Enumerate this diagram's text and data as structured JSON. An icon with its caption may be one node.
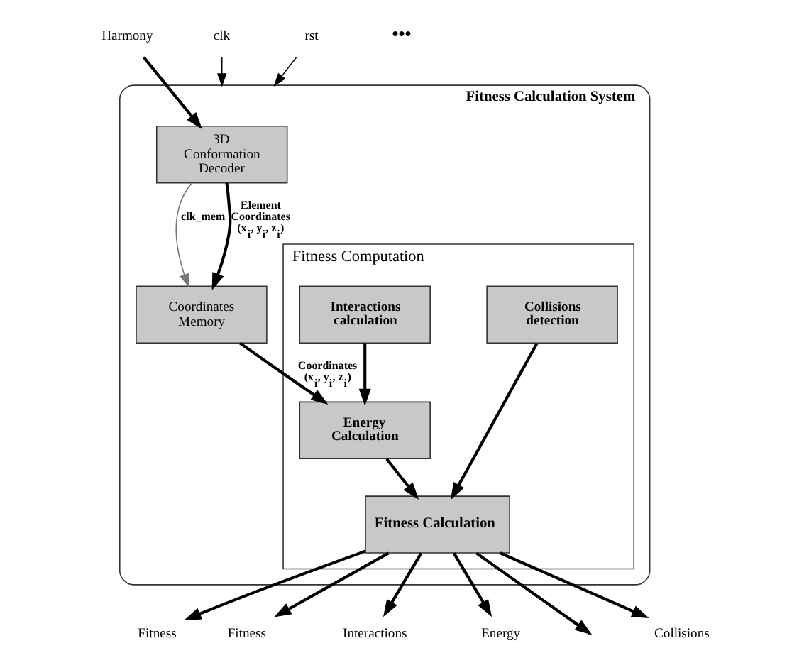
{
  "diagram": {
    "nodes": [
      {
        "text": [
          "Fitness Calculation System"
        ]
      },
      {
        "text": [
          "3D Conformation Decoder"
        ],
        "in": 0
      },
      {
        "text": [
          "Coordinates Memory"
        ],
        "in": 0
      },
      {
        "text": [
          "Fitness Computation"
        ],
        "in": 0
      },
      {
        "text": [
          "Interactions calculation"
        ],
        "in": 3
      },
      {
        "text": [
          "Collisions detection"
        ],
        "in": 3
      },
      {
        "text": [
          "Energy Calculation"
        ],
        "in": 3
      },
      {
        "text": [
          "Fitness Calculation"
        ],
        "in": 3
      },
      {
        "text": [
          "Harmony"
        ]
      },
      {
        "text": [
          "clk"
        ]
      },
      {
        "text": [
          "rst"
        ]
      },
      {
        "text": [
          "Fitness"
        ]
      },
      {
        "text": [
          "Fitness"
        ]
      },
      {
        "text": [
          "Interactions"
        ]
      },
      {
        "text": [
          "Energy"
        ]
      },
      {
        "text": [
          "Collisions"
        ]
      }
    ],
    "edges": [
      {
        "from": 8,
        "to": 1,
        "arrow": "to"
      },
      {
        "from": 9,
        "to": 0,
        "arrow": "to"
      },
      {
        "from": 10,
        "to": 0,
        "arrow": "to"
      },
      {
        "from": 1,
        "to": 2,
        "arrow": "to",
        "label": "clk_mem",
        "color": "#777777"
      },
      {
        "from": 1,
        "to": 2,
        "arrow": "to",
        "label": "Element Coordinates (x$_{i}$, y$_{i}$, z$_{i}$)"
      },
      {
        "from": 2,
        "to": 6,
        "arrow": "to",
        "label": "Coordinates (x$_{i}$, y$_{i}$, z$_{i}$)"
      },
      {
        "from": 4,
        "to": 6,
        "arrow": "to"
      },
      {
        "from": 6,
        "to": 7,
        "arrow": "to"
      },
      {
        "from": 5,
        "to": 7,
        "arrow": "to"
      },
      {
        "from": 7,
        "to": 11,
        "arrow": "to"
      },
      {
        "from": 7,
        "to": 12,
        "arrow": "to"
      },
      {
        "from": 7,
        "to": 13,
        "arrow": "to"
      },
      {
        "from": 7,
        "to": 14,
        "arrow": "to"
      },
      {
        "from": 7,
        "to": null,
        "arrow": "to"
      },
      {
        "from": 7,
        "to": 15,
        "arrow": "to"
      }
    ],
    "labels": [
      "•••"
    ]
  }
}
